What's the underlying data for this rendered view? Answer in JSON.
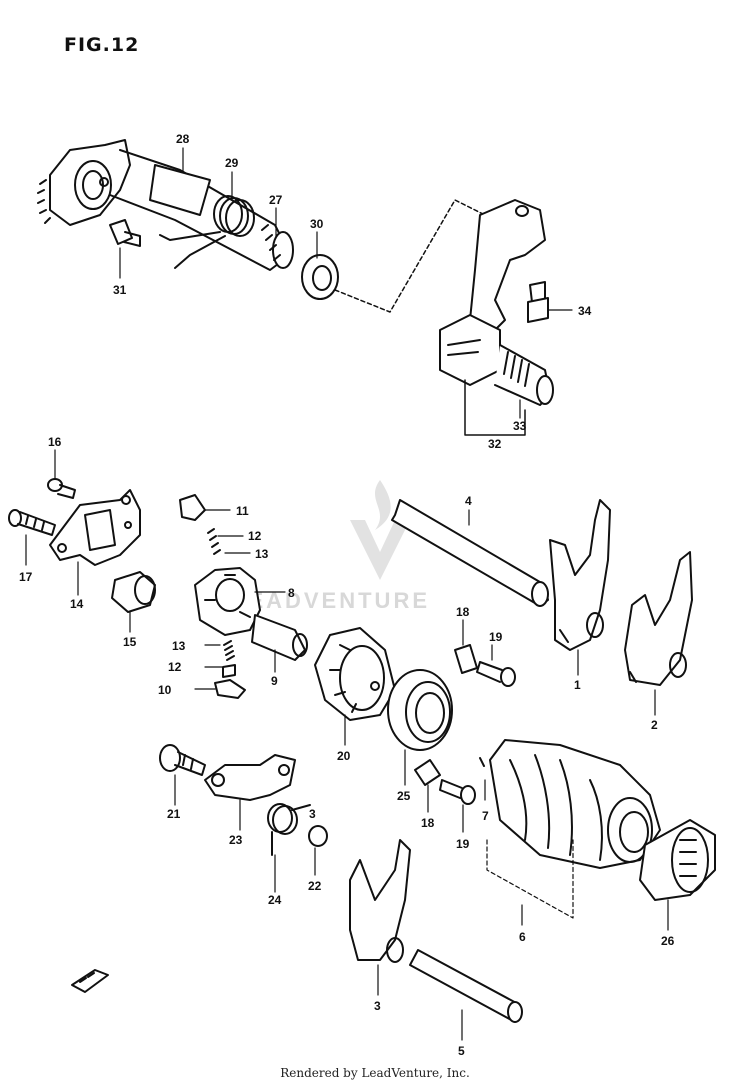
{
  "figure": {
    "title": "FIG.12",
    "footer": "Rendered by LeadVenture, Inc.",
    "watermark": "LEADVENTURE"
  },
  "callouts": [
    {
      "id": "c1",
      "label": "1"
    },
    {
      "id": "c2",
      "label": "2"
    },
    {
      "id": "c3",
      "label": "3"
    },
    {
      "id": "c3b",
      "label": "3"
    },
    {
      "id": "c4",
      "label": "4"
    },
    {
      "id": "c5",
      "label": "5"
    },
    {
      "id": "c6",
      "label": "6"
    },
    {
      "id": "c7",
      "label": "7"
    },
    {
      "id": "c8",
      "label": "8"
    },
    {
      "id": "c9",
      "label": "9"
    },
    {
      "id": "c10",
      "label": "10"
    },
    {
      "id": "c11",
      "label": "11"
    },
    {
      "id": "c12a",
      "label": "12"
    },
    {
      "id": "c12b",
      "label": "12"
    },
    {
      "id": "c13a",
      "label": "13"
    },
    {
      "id": "c13b",
      "label": "13"
    },
    {
      "id": "c14",
      "label": "14"
    },
    {
      "id": "c15",
      "label": "15"
    },
    {
      "id": "c16",
      "label": "16"
    },
    {
      "id": "c17",
      "label": "17"
    },
    {
      "id": "c18a",
      "label": "18"
    },
    {
      "id": "c18b",
      "label": "18"
    },
    {
      "id": "c19a",
      "label": "19"
    },
    {
      "id": "c19b",
      "label": "19"
    },
    {
      "id": "c20",
      "label": "20"
    },
    {
      "id": "c21",
      "label": "21"
    },
    {
      "id": "c22",
      "label": "22"
    },
    {
      "id": "c23",
      "label": "23"
    },
    {
      "id": "c24",
      "label": "24"
    },
    {
      "id": "c25",
      "label": "25"
    },
    {
      "id": "c26",
      "label": "26"
    },
    {
      "id": "c27",
      "label": "27"
    },
    {
      "id": "c28",
      "label": "28"
    },
    {
      "id": "c29",
      "label": "29"
    },
    {
      "id": "c30",
      "label": "30"
    },
    {
      "id": "c31",
      "label": "31"
    },
    {
      "id": "c32",
      "label": "32"
    },
    {
      "id": "c33",
      "label": "33"
    },
    {
      "id": "c34",
      "label": "34"
    }
  ],
  "colors": {
    "ink": "#111111",
    "watermark": "#d8d8d8"
  }
}
